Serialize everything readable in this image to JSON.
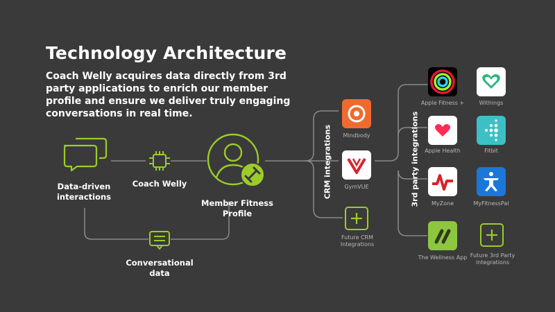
{
  "header": {
    "title": "Technology Architecture",
    "description": "Coach Welly acquires data directly from 3rd party applications to enrich our member profile and ensure we deliver truly engaging conversations in real time."
  },
  "nodes": {
    "data_driven": "Data-driven interactions",
    "coach": "Coach Welly",
    "member": "Member Fitness Profile",
    "conversational": "Conversational data"
  },
  "crm": {
    "label": "CRM integrations",
    "items": [
      "Mindbody",
      "GymVUE",
      "Future CRM Integrations"
    ]
  },
  "third_party": {
    "label": "3rd party integrations",
    "items": [
      "Apple Fitness +",
      "Withings",
      "Apple Health",
      "Fitbit",
      "MyZone",
      "MyFitnessPal",
      "The Wellness App",
      "Future 3rd Party integrations"
    ]
  },
  "colors": {
    "accent": "#9ccc2a",
    "background": "#3a3a3a",
    "line": "#8a8a8a"
  },
  "icons": [
    "chat-bubbles-icon",
    "chip-icon",
    "member-icon",
    "dumbbell-icon",
    "message-icon",
    "plus-icon"
  ]
}
